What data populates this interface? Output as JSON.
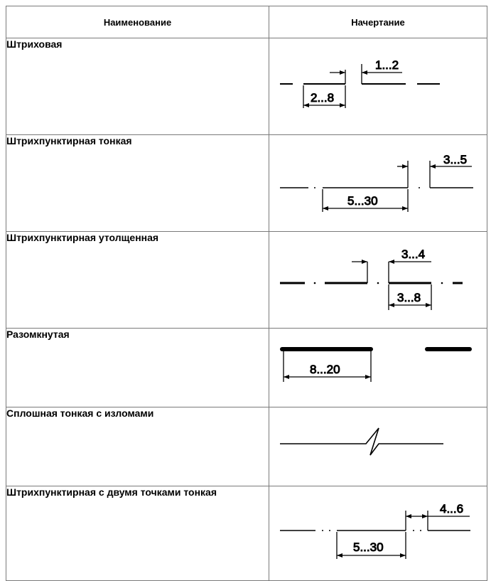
{
  "header": {
    "name_col": "Наименование",
    "draw_col": "Начертание"
  },
  "rows": [
    {
      "name": "Штриховая",
      "dims": [
        "1...2",
        "2...8"
      ]
    },
    {
      "name": "Штрихпунктирная тонкая",
      "dims": [
        "3...5",
        "5...30"
      ]
    },
    {
      "name": "Штрихпунктирная утолщенная",
      "dims": [
        "3...4",
        "3...8"
      ]
    },
    {
      "name": "Разомкнутая",
      "dims": [
        "8...20"
      ]
    },
    {
      "name": "Сплошная тонкая с изломами",
      "dims": []
    },
    {
      "name": "Штрихпунктирная с двумя точками тонкая",
      "dims": [
        "4...6",
        "5...30"
      ]
    }
  ]
}
